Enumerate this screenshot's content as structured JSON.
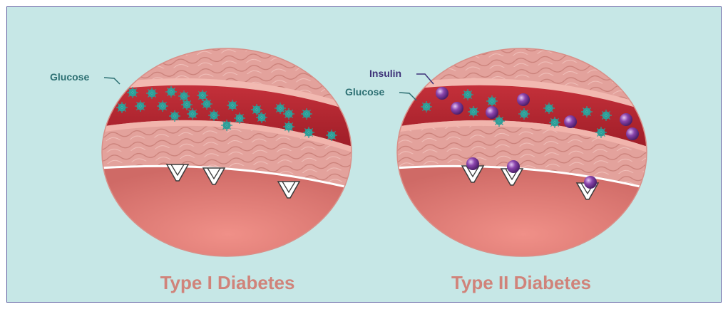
{
  "panels": [
    {
      "caption": "Type I Diabetes",
      "labels": {
        "glucose": "Glucose"
      }
    },
    {
      "caption": "Type II Diabetes",
      "labels": {
        "insulin": "Insulin",
        "glucose": "Glucose"
      }
    }
  ],
  "colors": {
    "background": "#c6e7e6",
    "frame_border": "#5b5fa0",
    "blood": "#b5242d",
    "muscle": "#e2a09b",
    "cell": "#e07c76",
    "glucose_molecule": "#2e9e98",
    "insulin_molecule": "#7b3a9c",
    "glucose_label": "#2c6f72",
    "insulin_label": "#3d3178",
    "caption": "#d0837a"
  },
  "icons": {
    "glucose": "glucose-molecule-icon",
    "insulin": "insulin-molecule-icon",
    "receptor": "insulin-receptor-icon"
  }
}
